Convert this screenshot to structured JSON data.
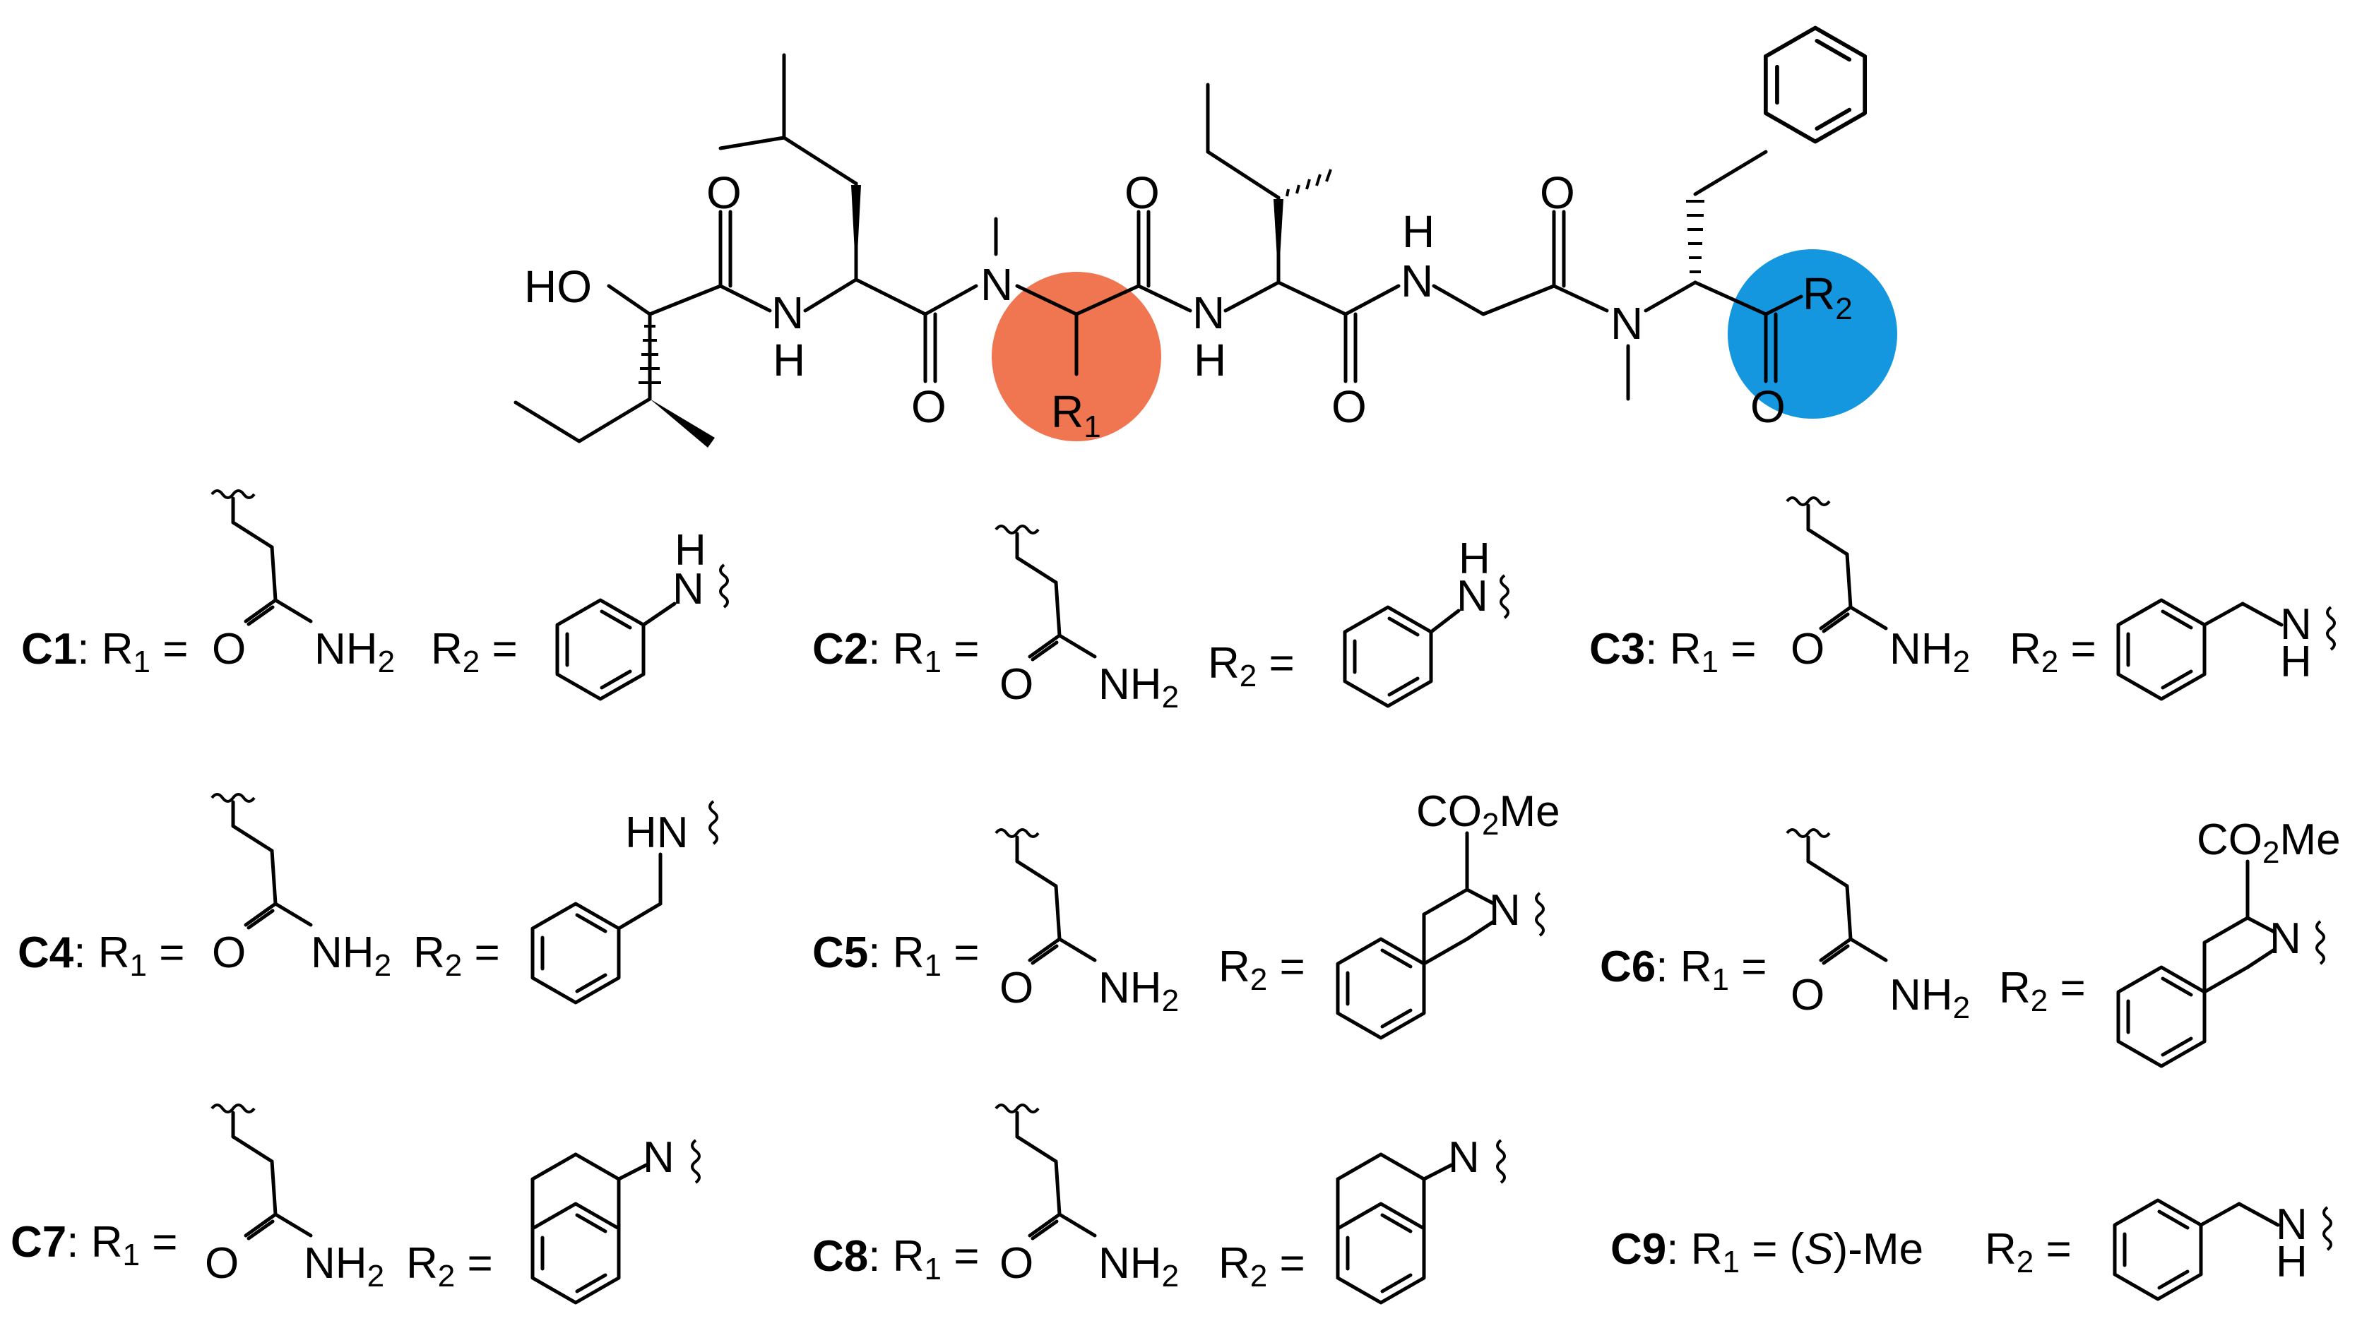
{
  "colors": {
    "r1_highlight": "#F07652",
    "r2_highlight": "#1597E0"
  },
  "core": {
    "ho": "HO",
    "nh1_n": "N",
    "nh1_h": "H",
    "nme1": "N",
    "nh2_n": "N",
    "nh2_h": "H",
    "nh3_h": "H",
    "nh3_n": "N",
    "nme2": "N",
    "o1": "O",
    "o2": "O",
    "o3": "O",
    "o4": "O",
    "o5": "O",
    "o6": "O",
    "r1_letter": "R",
    "r1_sub": "1",
    "r2_letter": "R",
    "r2_sub": "2"
  },
  "compounds": [
    {
      "id": "C1",
      "r1_label": ": R",
      "r1_sub": "1",
      "eq": " =",
      "r2_label": "R",
      "r2_sub": "2",
      "r2_eq": " =",
      "frag_o": "O",
      "frag_nh": "NH",
      "frag_nh_sub": "2",
      "r2_frag": "anilide",
      "n": "N",
      "h": "H"
    },
    {
      "id": "C2",
      "r1_label": ": R",
      "r1_sub": "1",
      "eq": " =",
      "r2_label": "R",
      "r2_sub": "2",
      "r2_eq": " =",
      "frag_o": "O",
      "frag_nh": "NH",
      "frag_nh_sub": "2",
      "r2_frag": "anilide",
      "n": "N",
      "h": "H"
    },
    {
      "id": "C3",
      "r1_label": ": R",
      "r1_sub": "1",
      "eq": " =",
      "r2_label": "R",
      "r2_sub": "2",
      "r2_eq": " =",
      "frag_o": "O",
      "frag_nh": "NH",
      "frag_nh_sub": "2",
      "r2_frag": "benzylamide",
      "n": "N",
      "h": "H"
    },
    {
      "id": "C4",
      "r1_label": ": R",
      "r1_sub": "1",
      "eq": " =",
      "r2_label": "R",
      "r2_sub": "2",
      "r2_eq": " =",
      "frag_o": "O",
      "frag_nh": "NH",
      "frag_nh_sub": "2",
      "r2_frag": "benzylamide",
      "hn": "HN"
    },
    {
      "id": "C5",
      "r1_label": ": R",
      "r1_sub": "1",
      "eq": " =",
      "r2_label": "R",
      "r2_sub": "2",
      "r2_eq": " =",
      "frag_o": "O",
      "frag_nh": "NH",
      "frag_nh_sub": "2",
      "r2_frag": "tic-ester",
      "n": "N",
      "ester": "CO",
      "ester_sub": "2",
      "ester_tail": "Me"
    },
    {
      "id": "C6",
      "r1_label": ": R",
      "r1_sub": "1",
      "eq": " =",
      "r2_label": "R",
      "r2_sub": "2",
      "r2_eq": " =",
      "frag_o": "O",
      "frag_nh": "NH",
      "frag_nh_sub": "2",
      "r2_frag": "tic-ester",
      "n": "N",
      "ester": "CO",
      "ester_sub": "2",
      "ester_tail": "Me"
    },
    {
      "id": "C7",
      "r1_label": ": R",
      "r1_sub": "1",
      "eq": " =",
      "r2_label": "R",
      "r2_sub": "2",
      "r2_eq": " =",
      "frag_o": "O",
      "frag_nh": "NH",
      "frag_nh_sub": "2",
      "r2_frag": "tetrahydroisoquinoline",
      "n": "N"
    },
    {
      "id": "C8",
      "r1_label": ": R",
      "r1_sub": "1",
      "eq": " =",
      "r2_label": "R",
      "r2_sub": "2",
      "r2_eq": " =",
      "frag_o": "O",
      "frag_nh": "NH",
      "frag_nh_sub": "2",
      "r2_frag": "tetrahydroisoquinoline",
      "n": "N"
    },
    {
      "id": "C9",
      "r1_label": ": R",
      "r1_sub": "1",
      "eq": " = (",
      "r1_s": "S",
      "r1_tail": ")-Me",
      "r2_label": "R",
      "r2_sub": "2",
      "r2_eq": " =",
      "r2_frag": "benzylamide",
      "n": "N",
      "h": "H"
    }
  ]
}
